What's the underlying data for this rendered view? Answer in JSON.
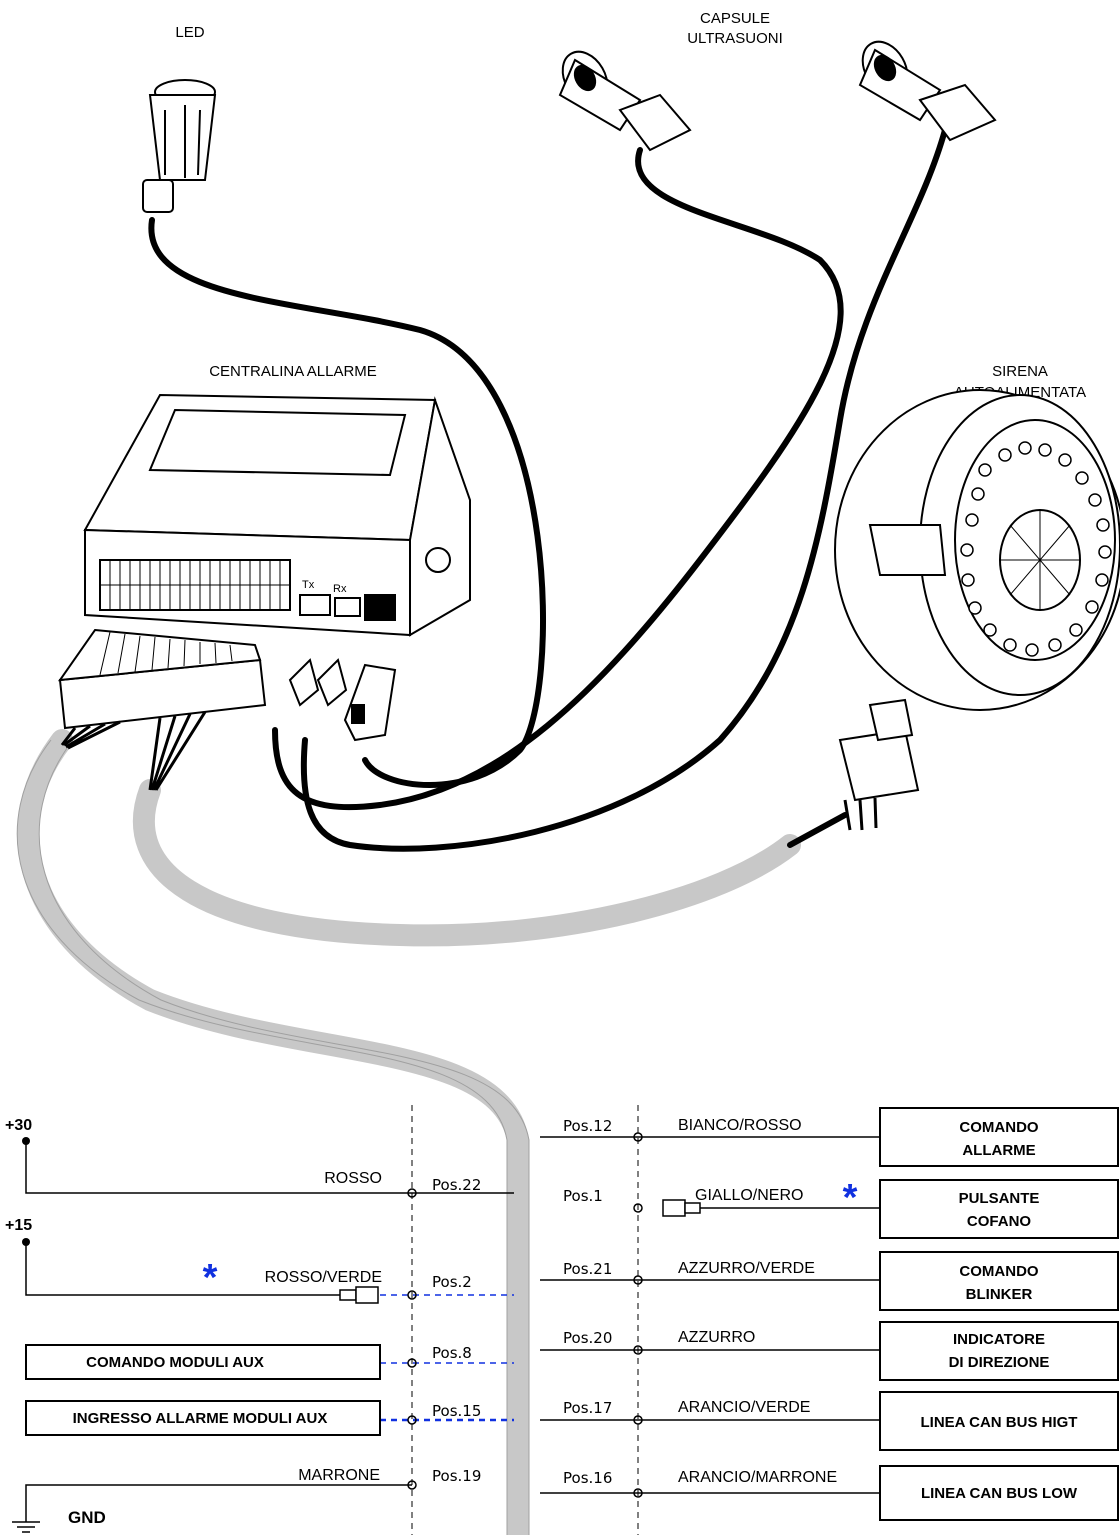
{
  "components": {
    "led": "LED",
    "capsule_line1": "CAPSULE",
    "capsule_line2": "ULTRASUONI",
    "central": "CENTRALINA ALLARME",
    "siren_line1": "SIRENA",
    "siren_line2": "AUTOALIMENTATA",
    "tx": "Tx",
    "rx": "Rx"
  },
  "power": {
    "plus30": "+30",
    "plus15": "+15",
    "gnd": "GND"
  },
  "left_wires": [
    {
      "color": "ROSSO",
      "pos": "Pos.22"
    },
    {
      "color": "ROSSO/VERDE",
      "pos": "Pos.2"
    },
    {
      "color": "",
      "pos": "Pos.8"
    },
    {
      "color": "",
      "pos": "Pos.15"
    },
    {
      "color": "MARRONE",
      "pos": "Pos.19"
    }
  ],
  "left_boxes": {
    "aux_cmd": "COMANDO MODULI AUX",
    "aux_in": "INGRESSO ALLARME MODULI AUX"
  },
  "right_wires": [
    {
      "pos": "Pos.12",
      "color": "BIANCO/ROSSO",
      "box1": "COMANDO",
      "box2": "ALLARME"
    },
    {
      "pos": "Pos.1",
      "color": "GIALLO/NERO",
      "box1": "PULSANTE",
      "box2": "COFANO"
    },
    {
      "pos": "Pos.21",
      "color": "AZZURRO/VERDE",
      "box1": "COMANDO",
      "box2": "BLINKER"
    },
    {
      "pos": "Pos.20",
      "color": "AZZURRO",
      "box1": "INDICATORE",
      "box2": "DI DIREZIONE"
    },
    {
      "pos": "Pos.17",
      "color": "ARANCIO/VERDE",
      "box1": "LINEA CAN BUS HIGT",
      "box2": ""
    },
    {
      "pos": "Pos.16",
      "color": "ARANCIO/MARRONE",
      "box1": "LINEA CAN BUS LOW",
      "box2": ""
    }
  ],
  "colors": {
    "line": "#000000",
    "harness": "#c8c8c8",
    "accent": "#1030e0"
  },
  "icons": [
    "asterisk-icon",
    "connector-icon",
    "ground-icon",
    "terminal-dot-icon"
  ]
}
